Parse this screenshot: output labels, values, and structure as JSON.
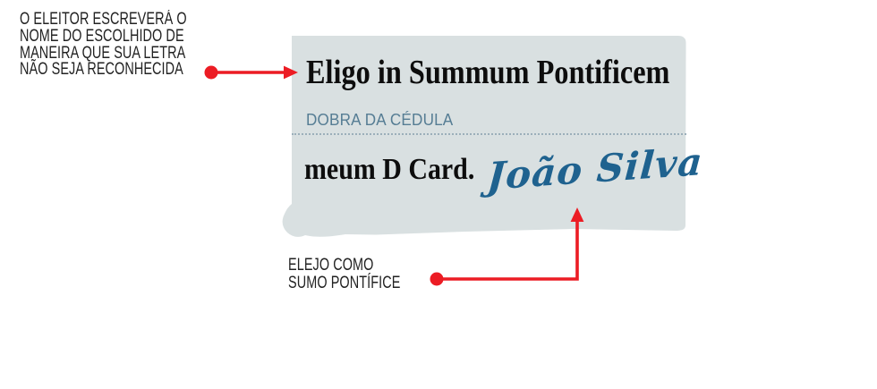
{
  "figure": {
    "ballot": {
      "header": "Eligo in Summum Pontificem",
      "fold_label": "DOBRA DA CÉDULA",
      "body": "meum D Card.",
      "signature": "João Silva"
    },
    "annotations": {
      "top_note": "O ELEITOR ESCREVERÁ O\nNOME DO ESCOLHIDO DE\nMANEIRA QUE SUA LETRA\nNÃO SEJA RECONHECIDA",
      "bottom_note": "ELEJO COMO\nSUMO PONTÍFICE"
    },
    "colors": {
      "ballot_fill": "#d9e0e1",
      "arrow_red": "#ec1c24",
      "fold_label_blue": "#567d94",
      "signature_blue": "#1f628f",
      "ink": "#222222"
    }
  }
}
